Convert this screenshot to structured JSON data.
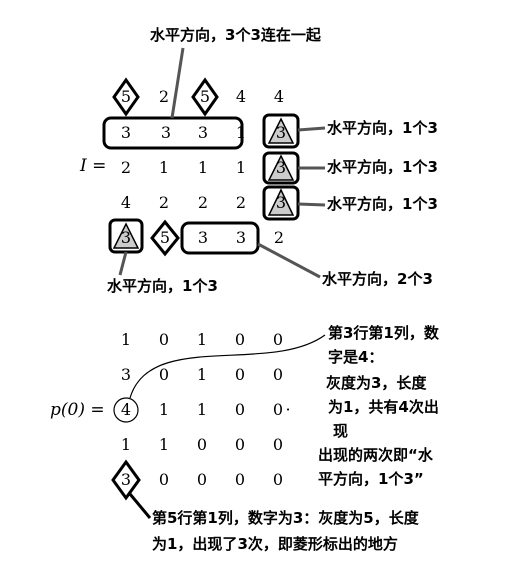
{
  "matrix_I": {
    "label": "I =",
    "rows": [
      [
        "5",
        "2",
        "5",
        "4",
        "4"
      ],
      [
        "3",
        "3",
        "3",
        "1",
        "3"
      ],
      [
        "2",
        "1",
        "1",
        "1",
        "3"
      ],
      [
        "4",
        "2",
        "2",
        "2",
        "3"
      ],
      [
        "3",
        "5",
        "3",
        "3",
        "2"
      ]
    ]
  },
  "matrix_p": {
    "label": "p(0) =",
    "rows": [
      [
        "1",
        "0",
        "1",
        "0",
        "0"
      ],
      [
        "3",
        "0",
        "1",
        "0",
        "0"
      ],
      [
        "4",
        "1",
        "1",
        "0",
        "0"
      ],
      [
        "1",
        "1",
        "0",
        "0",
        "0"
      ],
      [
        "3",
        "0",
        "0",
        "0",
        "0"
      ]
    ],
    "stray_mark": "·"
  },
  "annotations": {
    "top": "水平方向，3个3连在一起",
    "row2_right": "水平方向，1个3",
    "row3_right": "水平方向，1个3",
    "row4_right": "水平方向，1个3",
    "row5_right": "水平方向，2个3",
    "row5_left": "水平方向，1个3",
    "p_explain_lines": [
      "第3行第1列，数",
      "字是4：",
      "灰度为3，长度",
      "为1，共有4次出",
      "现",
      "出现的两次即“水",
      "平方向，1个3”"
    ],
    "bottom_lines": [
      "第5行第1列，数字为3：灰度为5，长度",
      "为1，出现了3次，即菱形标出的地方"
    ]
  }
}
